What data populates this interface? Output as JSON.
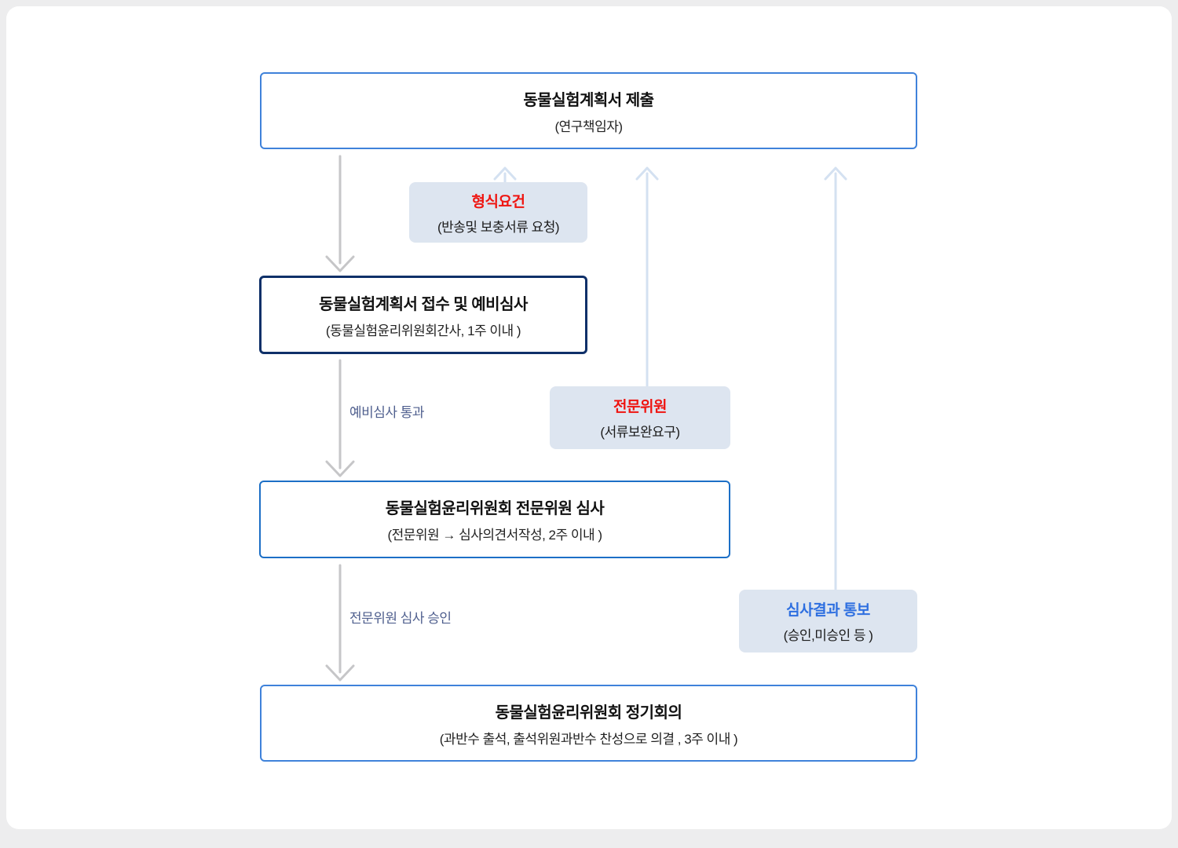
{
  "diagram": {
    "title_hint": "animal-experiment-ethics-review-process-flowchart",
    "nodes": [
      {
        "title": "동물실험계획서 제출",
        "subtitle": "(연구책임자)"
      },
      {
        "title": "동물실험계획서 접수 및 예비심사",
        "subtitle": "(동물실험윤리위원회간사, 1주 이내 )"
      },
      {
        "title": "동물실험윤리위원회 전문위원 심사",
        "subtitle": "(전문위원 → 심사의견서작성, 2주 이내 )"
      },
      {
        "title": "동물실험윤리위원회 정기회의",
        "subtitle": "(과반수 출석, 출석위원과반수 찬성으로 의결 , 3주 이내 )"
      }
    ],
    "callouts": [
      {
        "title": "형식요건",
        "subtitle": "(반송및 보충서류 요청)",
        "title_color": "#ef1410"
      },
      {
        "title": "전문위원",
        "subtitle": "(서류보완요구)",
        "title_color": "#ef1410"
      },
      {
        "title": "심사결과 통보",
        "subtitle": "(승인,미승인 등  )",
        "title_color": "#2e6fe0"
      }
    ],
    "edge_labels": [
      {
        "text": "예비심사 통과"
      },
      {
        "text": "전문위원 심사 승인"
      }
    ],
    "colors": {
      "page_background": "#ededee",
      "card_background": "#ffffff",
      "node_border_blue": "#3f82da",
      "node_border_navy": "#0f3069",
      "node_border_midblue": "#1c6fc6",
      "callout_background": "#dde5f0",
      "red_accent": "#ef1410",
      "blue_accent": "#2e6fe0",
      "down_arrow": "#c6c6c8",
      "up_arrow": "#d4e1f1",
      "edge_label_text": "#4f5f8e"
    }
  }
}
